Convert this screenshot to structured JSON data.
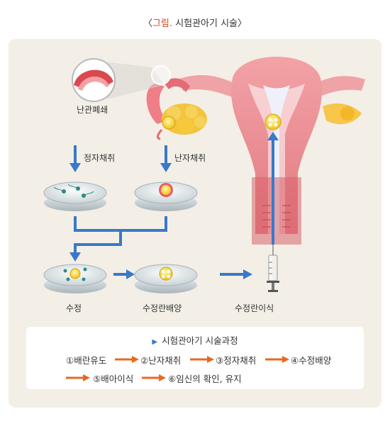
{
  "caption": {
    "bracket_open": "〈",
    "title_prefix": "그림.",
    "title_rest": " 시험관아기 시술",
    "bracket_close": "〉"
  },
  "labels": {
    "tube_blockage": "난관폐쇄",
    "sperm_retrieval": "정자채취",
    "egg_retrieval": "난자채취",
    "fertilization": "수정",
    "embryo_culture": "수정란배양",
    "embryo_transfer": "수정란이식"
  },
  "process": {
    "title": "시험관아기 시술과정",
    "steps": [
      "①배란유도",
      "②난자채취",
      "③정자채취",
      "④수정배양",
      "⑤배아이식",
      "⑥임신의 확인, 유지"
    ]
  },
  "colors": {
    "accent_orange": "#e8691f",
    "flow_blue": "#3a78c9",
    "caption_red": "#d7431e",
    "panel_bg": "#f3efe7"
  }
}
